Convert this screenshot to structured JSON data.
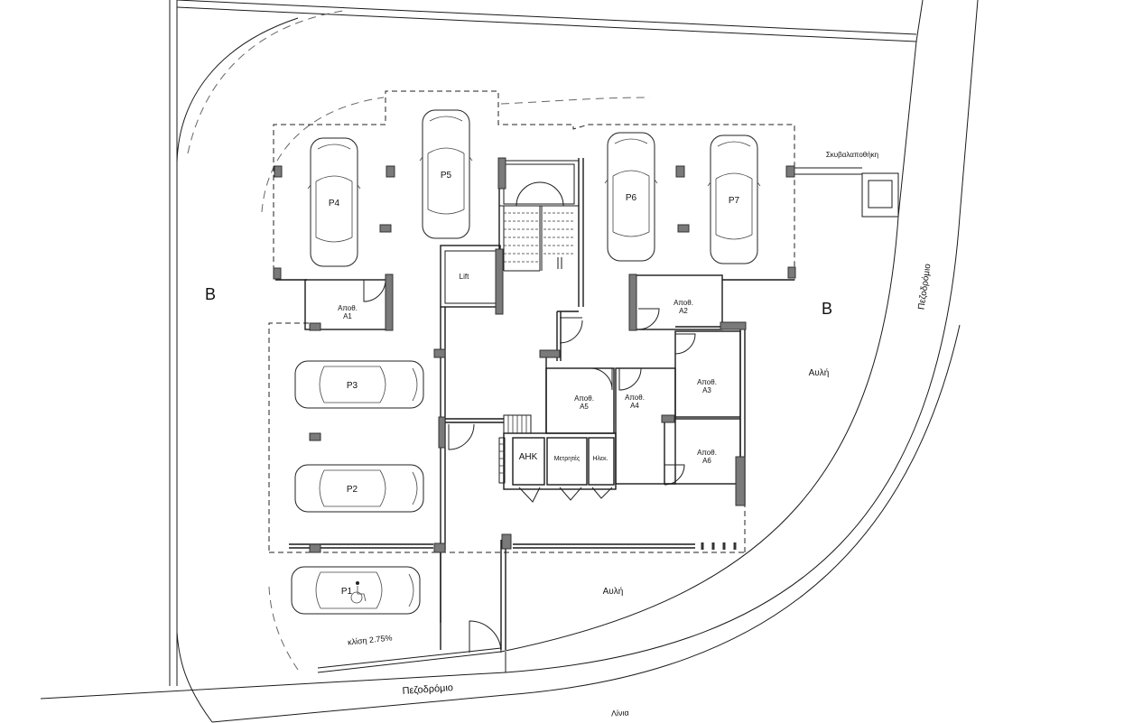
{
  "labels": {
    "zone_b_left": "B",
    "zone_b_right": "B",
    "waste_storage": "Σκυβαλαποθήκη",
    "sidewalk_right": "Πεζοδρόμιο",
    "sidewalk_bottom": "Πεζοδρόμιο",
    "curb": "Λίνια",
    "yard_right": "Αυλή",
    "yard_bottom": "Αυλή",
    "slope": "κλίση 2.75%",
    "lift": "Lift",
    "ahk": "ΑΗΚ",
    "meters": "Μετρητές",
    "electrical": "Ηλεκ."
  },
  "parking": [
    {
      "id": "P1",
      "label": "P1",
      "accessible": true,
      "accessible_icon": "wheelchair-icon"
    },
    {
      "id": "P2",
      "label": "P2"
    },
    {
      "id": "P3",
      "label": "P3"
    },
    {
      "id": "P4",
      "label": "P4"
    },
    {
      "id": "P5",
      "label": "P5"
    },
    {
      "id": "P6",
      "label": "P6"
    },
    {
      "id": "P7",
      "label": "P7"
    }
  ],
  "storage": [
    {
      "id": "A1",
      "line1": "Αποθ.",
      "line2": "A1"
    },
    {
      "id": "A2",
      "line1": "Αποθ.",
      "line2": "A2"
    },
    {
      "id": "A3",
      "line1": "Αποθ.",
      "line2": "A3"
    },
    {
      "id": "A4",
      "line1": "Αποθ.",
      "line2": "A4"
    },
    {
      "id": "A5",
      "line1": "Αποθ.",
      "line2": "A5"
    },
    {
      "id": "A6",
      "line1": "Αποθ.",
      "line2": "A6"
    }
  ]
}
